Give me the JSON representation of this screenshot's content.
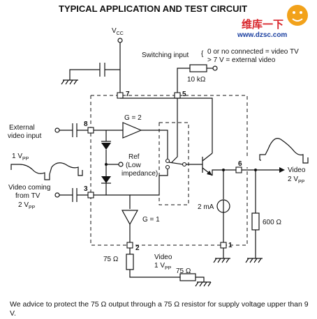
{
  "title": "TYPICAL APPLICATION AND TEST CIRCUIT",
  "watermark": {
    "brand": "维库一下",
    "site": "www.dzsc.com",
    "icon": "watermark-logo-icon"
  },
  "labels": {
    "vcc": "V",
    "vcc_sub": "CC",
    "switching_input": "Switching input",
    "switch_opt1": "0 or no connected = video TV",
    "switch_opt2": "> 7 V = external video",
    "r10k": "10 kΩ",
    "ext_video_line1": "External",
    "ext_video_line2": "video input",
    "vpp1": "1 V",
    "vpp1_sub": "PP",
    "gain2": "G = 2",
    "ref_line1": "Ref",
    "ref_line2": "(Low",
    "ref_line3": "impedance)",
    "video_tv_line1": "Video coming",
    "video_tv_line2": "from TV",
    "video_tv_line3": "2 V",
    "video_tv_line3_sub": "PP",
    "gain1": "G = 1",
    "current_src": "2 mA",
    "r600": "600 Ω",
    "video_out2_line1": "Video",
    "video_out2_line2": "2 V",
    "video_out2_line2_sub": "PP",
    "r75a": "75 Ω",
    "video_out1_line1": "Video",
    "video_out1_line2": "1 V",
    "video_out1_line2_sub": "PP",
    "r75b": "75 Ω"
  },
  "pins": {
    "p1": "1",
    "p2": "2",
    "p3": "3",
    "p5": "5",
    "p6": "6",
    "p7": "7",
    "p8": "8"
  },
  "note": "We advice to protect the 75 Ω output through a 75 Ω resistor for supply voltage upper than 9 V."
}
